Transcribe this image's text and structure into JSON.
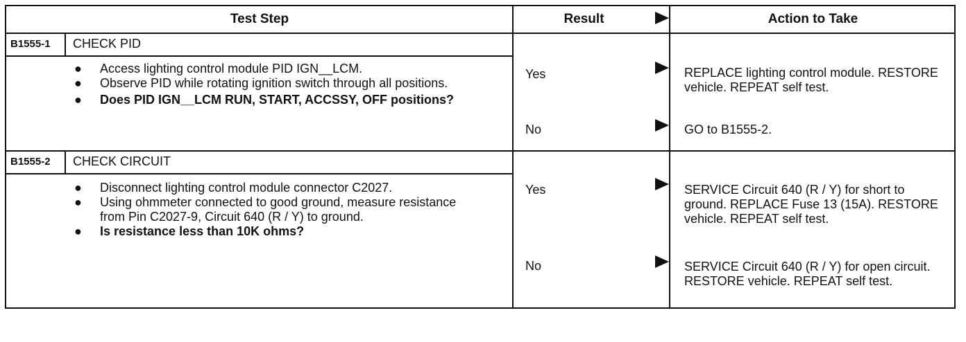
{
  "table": {
    "headers": {
      "test_step": "Test Step",
      "result": "Result",
      "action": "Action to Take"
    },
    "steps": [
      {
        "code": "B1555-1",
        "title": "CHECK PID",
        "bullets": [
          {
            "text": "Access lighting control module PID IGN__LCM.",
            "question": false
          },
          {
            "text": "Observe PID while rotating ignition switch through all positions.",
            "question": false
          },
          {
            "text": "Does PID IGN__LCM RUN, START, ACCSSY, OFF positions?",
            "question": true
          }
        ],
        "results": [
          {
            "answer": "Yes",
            "action": "REPLACE lighting control module. RESTORE vehicle. REPEAT self test."
          },
          {
            "answer": "No",
            "action": "GO to B1555-2."
          }
        ]
      },
      {
        "code": "B1555-2",
        "title": "CHECK CIRCUIT",
        "bullets": [
          {
            "text": "Disconnect lighting control module connector C2027.",
            "question": false
          },
          {
            "text": "Using ohmmeter connected to good ground, measure resistance from Pin C2027-9, Circuit 640 (R / Y) to ground.",
            "question": false
          },
          {
            "text": "Is resistance less than 10K ohms?",
            "question": true
          }
        ],
        "results": [
          {
            "answer": "Yes",
            "action": "SERVICE Circuit 640 (R / Y) for short to ground. REPLACE Fuse 13 (15A). RESTORE vehicle. REPEAT self test."
          },
          {
            "answer": "No",
            "action": "SERVICE Circuit 640 (R / Y) for open circuit. RESTORE vehicle. REPEAT self test."
          }
        ]
      }
    ]
  }
}
